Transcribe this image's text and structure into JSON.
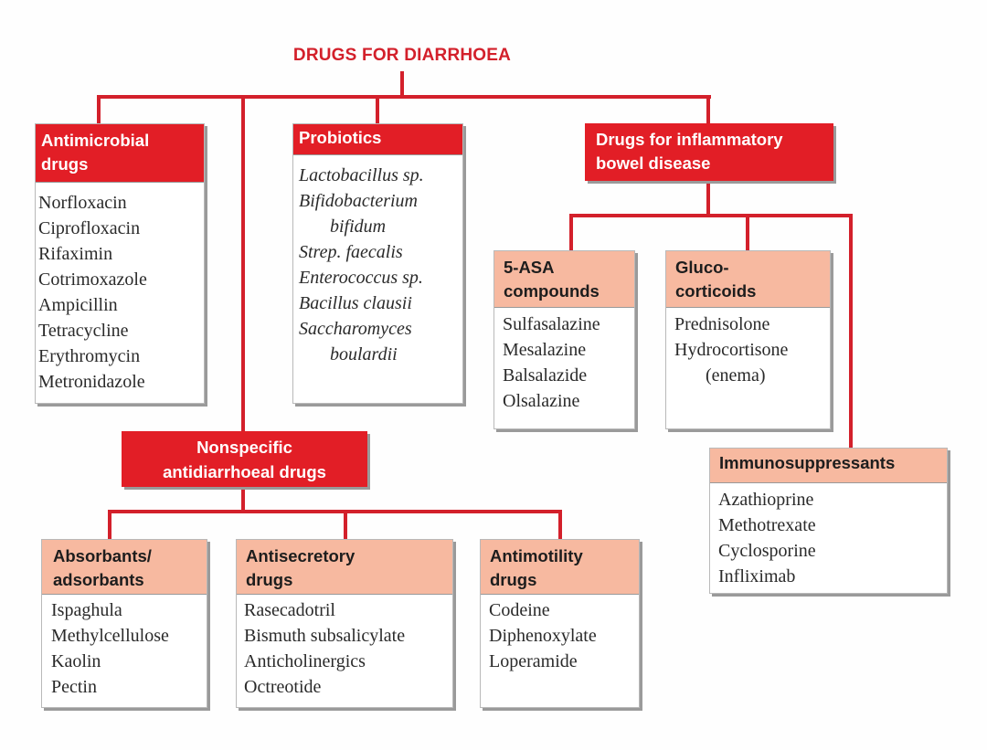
{
  "title": "DRUGS FOR DIARRHOEA",
  "colors": {
    "red": "#e21e26",
    "line": "#d3202b",
    "salmon": "#f7b9a0"
  },
  "boxes": {
    "antimicrobial": {
      "title": "Antimicrobial drugs",
      "items": [
        "Norfloxacin",
        "Ciprofloxacin",
        "Rifaximin",
        "Cotrimoxazole",
        "Ampicillin",
        "Tetracycline",
        "Erythromycin",
        "Metronidazole"
      ]
    },
    "probiotics": {
      "title": "Probiotics",
      "items": [
        "Lactobacillus sp.",
        "Bifidobacterium",
        "bifidum",
        "Strep. faecalis",
        "Enterococcus sp.",
        "Bacillus clausii",
        "Saccharomyces",
        "boulardii"
      ]
    },
    "ibd": {
      "title": "Drugs for inflammatory bowel disease"
    },
    "asa": {
      "title": "5-ASA compounds",
      "items": [
        "Sulfasalazine",
        "Mesalazine",
        "Balsalazide",
        "Olsalazine"
      ]
    },
    "gluco": {
      "title": "Gluco- corticoids",
      "items": [
        "Prednisolone",
        "Hydrocortisone",
        "(enema)"
      ]
    },
    "immuno": {
      "title": "Immunosuppressants",
      "items": [
        "Azathioprine",
        "Methotrexate",
        "Cyclosporine",
        "Infliximab"
      ]
    },
    "nonspecific": {
      "title": "Nonspecific antidiarrhoeal drugs"
    },
    "absorbants": {
      "title": "Absorbants/ adsorbants",
      "items": [
        "Ispaghula",
        "Methylcellulose",
        "Kaolin",
        "Pectin"
      ]
    },
    "antisecretory": {
      "title": "Antisecretory drugs",
      "items": [
        "Rasecadotril",
        "Bismuth subsalicylate",
        "Anticholinergics",
        "Octreotide"
      ]
    },
    "antimotility": {
      "title": "Antimotility drugs",
      "items": [
        "Codeine",
        "Diphenoxylate",
        "Loperamide"
      ]
    }
  }
}
